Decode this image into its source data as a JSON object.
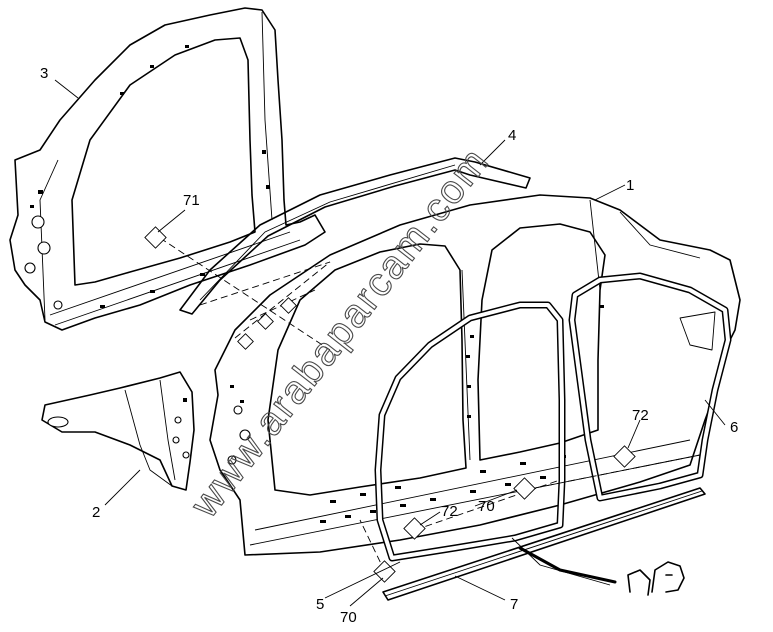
{
  "callouts": {
    "c1": "1",
    "c2": "2",
    "c3": "3",
    "c4": "4",
    "c5": "5",
    "c6": "6",
    "c7": "7",
    "c70a": "70",
    "c70b": "70",
    "c71": "71",
    "c72a": "72",
    "c72b": "72"
  },
  "watermark": "www.arabaparcam.com",
  "colors": {
    "line": "#000000",
    "background": "#ffffff",
    "watermark": "#4a4a4a"
  }
}
